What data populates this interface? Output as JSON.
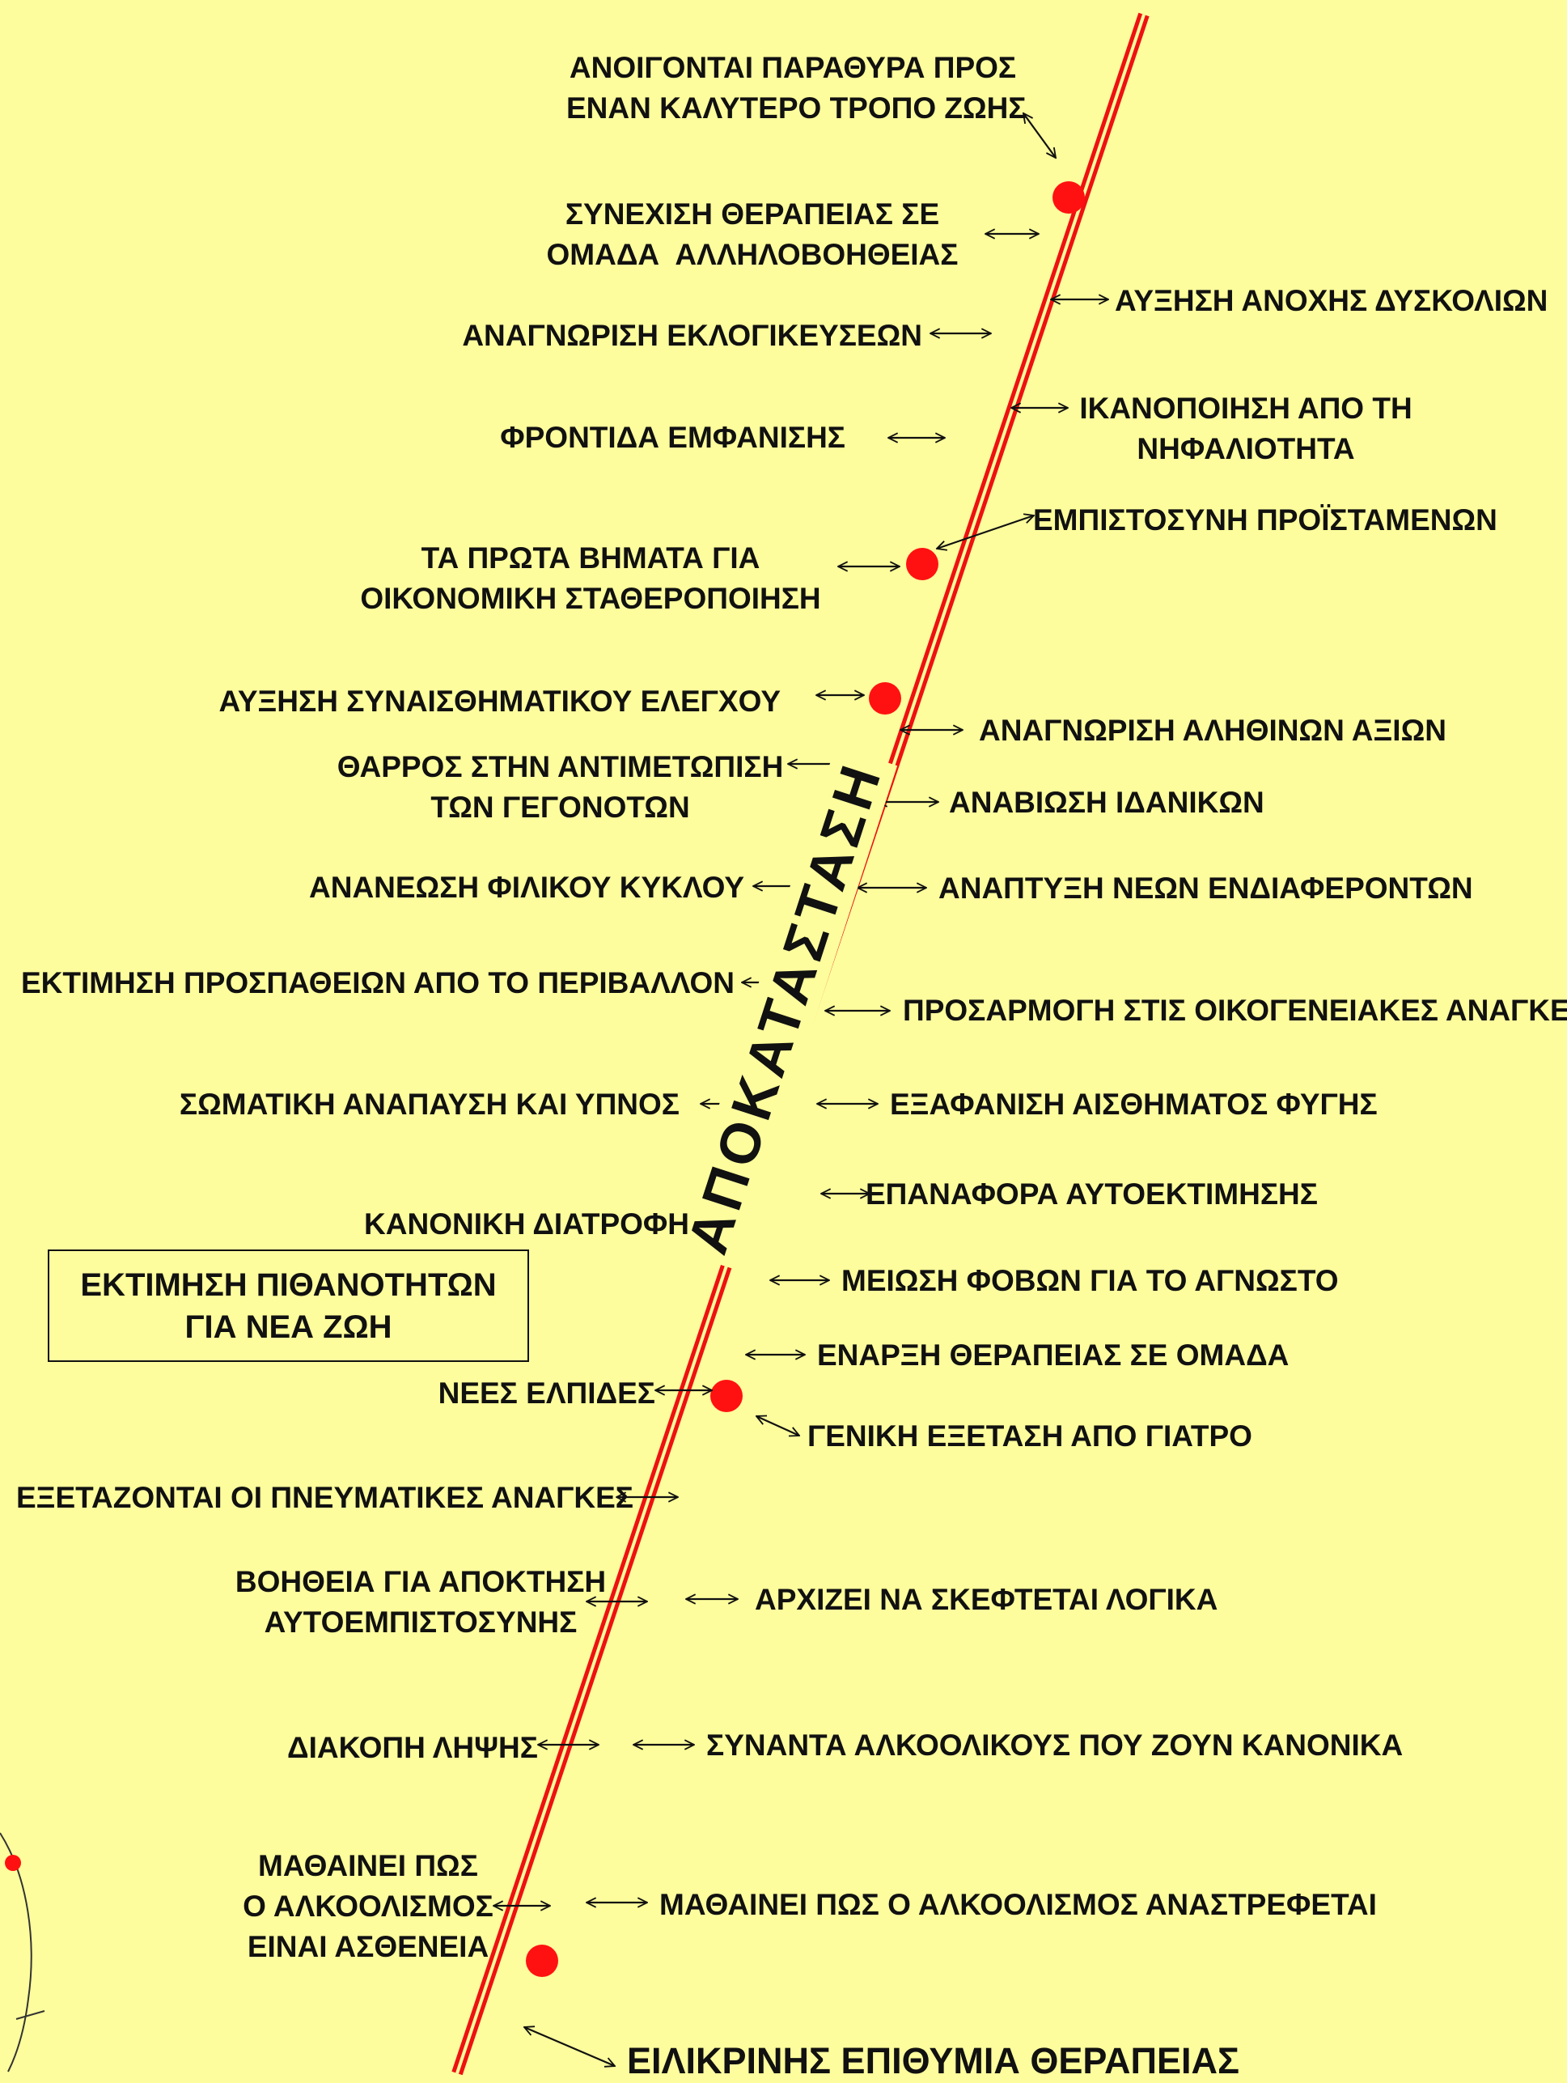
{
  "diagram": {
    "vertical_title": "ΑΠΟΚΑΤΑΣΤΑΣΗ",
    "box_label": "ΕΚΤΙΜΗΣΗ ΠΙΘΑΝΟΤΗΤΩΝ\nΓΙΑ ΝΕΑ ΖΩΗ",
    "colors": {
      "background": "#fdfd9d",
      "line": "#ee1111",
      "dot": "#ff1111",
      "text": "#111111"
    },
    "left_labels": [
      "ΑΝΟΙΓΟΝΤΑΙ ΠΑΡΑΘΥΡΑ ΠΡΟΣ\nΕΝΑΝ ΚΑΛΥΤΕΡΟ ΤΡΟΠΟ ΖΩΗΣ",
      "ΣΥΝΕΧΙΣΗ ΘΕΡΑΠΕΙΑΣ ΣΕ\nΟΜΑΔΑ  ΑΛΛΗΛΟΒΟΗΘΕΙΑΣ",
      "ΑΝΑΓΝΩΡΙΣΗ ΕΚΛΟΓΙΚΕΥΣΕΩΝ",
      "ΦΡΟΝΤΙΔΑ ΕΜΦΑΝΙΣΗΣ",
      "ΤΑ ΠΡΩΤΑ ΒΗΜΑΤΑ ΓΙΑ\nΟΙΚΟΝΟΜΙΚΗ ΣΤΑΘΕΡΟΠΟΙΗΣΗ",
      "ΑΥΞΗΣΗ ΣΥΝΑΙΣΘΗΜΑΤΙΚΟΥ ΕΛΕΓΧΟΥ",
      "ΘΑΡΡΟΣ ΣΤΗΝ ΑΝΤΙΜΕΤΩΠΙΣΗ\nΤΩΝ ΓΕΓΟΝΟΤΩΝ",
      "ΑΝΑΝΕΩΣΗ ΦΙΛΙΚΟΥ ΚΥΚΛΟΥ",
      "ΕΚΤΙΜΗΣΗ ΠΡΟΣΠΑΘΕΙΩΝ ΑΠΟ ΤΟ ΠΕΡΙΒΑΛΛΟΝ",
      "ΣΩΜΑΤΙΚΗ ΑΝΑΠΑΥΣΗ ΚΑΙ ΥΠΝΟΣ",
      "ΚΑΝΟΝΙΚΗ ΔΙΑΤΡΟΦΗ",
      "ΝΕΕΣ ΕΛΠΙΔΕΣ",
      "ΕΞΕΤΑΖΟΝΤΑΙ ΟΙ ΠΝΕΥΜΑΤΙΚΕΣ ΑΝΑΓΚΕΣ",
      "ΒΟΗΘΕΙΑ ΓΙΑ ΑΠΟΚΤΗΣΗ\nΑΥΤΟΕΜΠΙΣΤΟΣΥΝΗΣ",
      "ΔΙΑΚΟΠΗ ΛΗΨΗΣ",
      "ΜΑΘΑΙΝΕΙ ΠΩΣ\nΟ ΑΛΚΟΟΛΙΣΜΟΣ\nΕΙΝΑΙ ΑΣΘΕΝΕΙΑ"
    ],
    "right_labels": [
      "ΑΥΞΗΣΗ ΑΝΟΧΗΣ ΔΥΣΚΟΛΙΩΝ",
      "ΙΚΑΝΟΠΟΙΗΣΗ ΑΠΟ ΤΗ\nΝΗΦΑΛΙΟΤΗΤΑ",
      "ΕΜΠΙΣΤΟΣΥΝΗ ΠΡΟΪΣΤΑΜΕΝΩΝ",
      "ΑΝΑΓΝΩΡΙΣΗ ΑΛΗΘΙΝΩΝ ΑΞΙΩΝ",
      "ΑΝΑΒΙΩΣΗ ΙΔΑΝΙΚΩΝ",
      "ΑΝΑΠΤΥΞΗ ΝΕΩΝ ΕΝΔΙΑΦΕΡΟΝΤΩΝ",
      "ΠΡΟΣΑΡΜΟΓΗ ΣΤΙΣ ΟΙΚΟΓΕΝΕΙΑΚΕΣ ΑΝΑΓΚΕΣ",
      "ΕΞΑΦΑΝΙΣΗ ΑΙΣΘΗΜΑΤΟΣ ΦΥΓΗΣ",
      "ΕΠΑΝΑΦΟΡΑ ΑΥΤΟΕΚΤΙΜΗΣΗΣ",
      "ΜΕΙΩΣΗ ΦΟΒΩΝ ΓΙΑ ΤΟ ΑΓΝΩΣΤΟ",
      "ΕΝΑΡΞΗ ΘΕΡΑΠΕΙΑΣ ΣΕ ΟΜΑΔΑ",
      "ΓΕΝΙΚΗ ΕΞΕΤΑΣΗ ΑΠΟ ΓΙΑΤΡΟ",
      "ΑΡΧΙΖΕΙ ΝΑ ΣΚΕΦΤΕΤΑΙ ΛΟΓΙΚΑ",
      "ΣΥΝΑΝΤΑ ΑΛΚΟΟΛΙΚΟΥΣ ΠΟΥ ΖΟΥΝ ΚΑΝΟΝΙΚΑ",
      "ΜΑΘΑΙΝΕΙ ΠΩΣ Ο ΑΛΚΟΟΛΙΣΜΟΣ ΑΝΑΣΤΡΕΦΕΤΑΙ"
    ],
    "bottom_label": "ΕΙΛΙΚΡΙΝΗΣ ΕΠΙΘΥΜΙΑ ΘΕΡΑΠΕΙΑΣ"
  }
}
